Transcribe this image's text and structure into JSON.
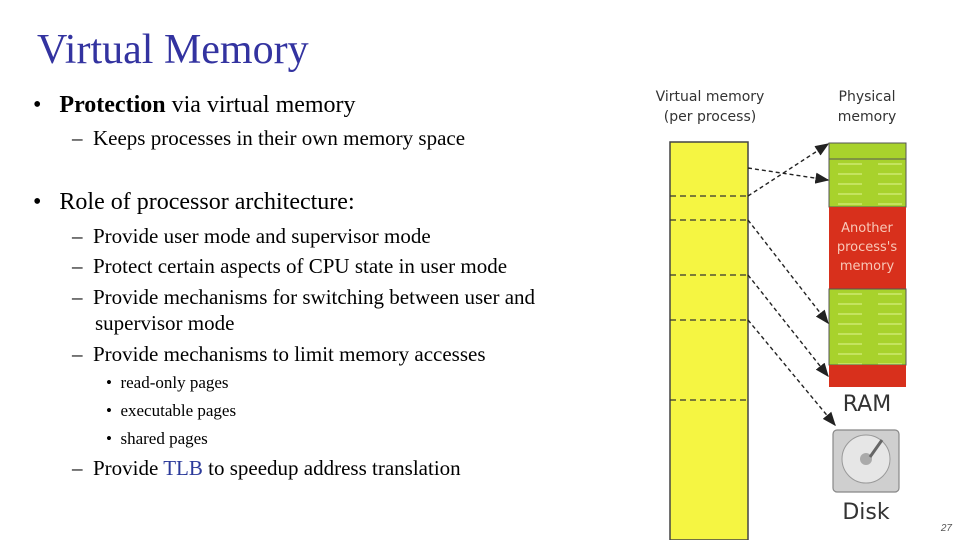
{
  "slide": {
    "title": "Virtual Memory",
    "bullets": {
      "b1_bold": "Protection",
      "b1_rest": " via virtual memory",
      "b1_sub1": "Keeps processes in their own memory space",
      "b2": "Role of processor architecture:",
      "b2_sub1": "Provide user mode and supervisor mode",
      "b2_sub2": "Protect certain aspects of CPU state in user mode",
      "b2_sub3_line1": "Provide mechanisms for switching between user and",
      "b2_sub3_line2": "supervisor mode",
      "b2_sub4": "Provide mechanisms to limit memory accesses",
      "b2_sub4_items": [
        "read-only pages",
        "executable pages",
        "shared pages"
      ],
      "b2_sub5_pre": "Provide ",
      "b2_sub5_tlb": "TLB",
      "b2_sub5_post": " to speedup address translation"
    },
    "bullet_glyph": "•",
    "dash_glyph": "–",
    "page_number": "27"
  },
  "diagram": {
    "virtual_label_1": "Virtual memory",
    "virtual_label_2": "(per process)",
    "physical_label_1": "Physical",
    "physical_label_2": "memory",
    "another_1": "Another",
    "another_2": "process's",
    "another_3": "memory",
    "ram_label": "RAM",
    "disk_label": "Disk",
    "colors": {
      "yellow": "#f5f542",
      "green": "#a8d22c",
      "red": "#d8301c",
      "title_blue": "#3333a0"
    }
  }
}
